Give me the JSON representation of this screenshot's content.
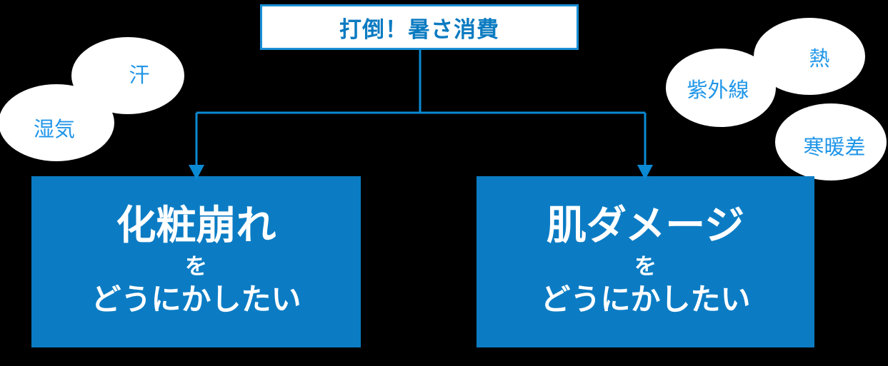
{
  "diagram": {
    "background_color": "#000000",
    "accent_blue": "#0b7cc4",
    "border_blue": "#1a8fd6",
    "cloud_text_blue": "#2196e8",
    "header": {
      "label": "打倒！暑さ消費",
      "text_color": "#0b7bc1",
      "fill_color": "#ffffff"
    },
    "clouds_left": [
      {
        "id": "ase",
        "label": "汗"
      },
      {
        "id": "shikke",
        "label": "湿気"
      }
    ],
    "clouds_right": [
      {
        "id": "netsu",
        "label": "熱"
      },
      {
        "id": "uv",
        "label": "紫外線"
      },
      {
        "id": "kandan",
        "label": "寒暖差"
      }
    ],
    "results": [
      {
        "id": "makeup",
        "line1": "化粧崩れ",
        "line2": "を",
        "line3": "どうにかしたい",
        "fill_color": "#0b7cc4",
        "text_color": "#ffffff"
      },
      {
        "id": "skin",
        "line1": "肌ダメージ",
        "line2": "を",
        "line3": "どうにかしたい",
        "fill_color": "#0b7cc4",
        "text_color": "#ffffff"
      }
    ],
    "connectors": {
      "stroke_color": "#0b8ad4",
      "stroke_width": 3,
      "arrow_left_label": "arrow-to-makeup",
      "arrow_right_label": "arrow-to-skin"
    }
  }
}
